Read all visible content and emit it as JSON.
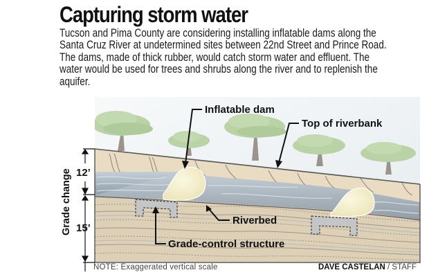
{
  "header": {
    "title": "Capturing storm water",
    "body_lines": [
      "Tucson and Pima County are considering installing inflatable dams along the",
      "Santa Cruz River at undetermined sites between 22nd Street and Prince Road.",
      "The dams, made of thick rubber, would catch storm water and effluent. The",
      "water would be used for trees and shrubs along the river and to replenish the",
      "aquifer."
    ]
  },
  "diagram": {
    "labels": {
      "inflatable_dam": "Inflatable dam",
      "top_of_riverbank": "Top of riverbank",
      "riverbed": "Riverbed",
      "grade_control_structure": "Grade-control structure"
    },
    "scale": {
      "axis_label": "Grade change",
      "upper_measure": "12’",
      "lower_measure": "15’"
    },
    "colors": {
      "sky": "#eef2f4",
      "soil_upper": "#eadcc2",
      "soil_lower": "#ddd0b6",
      "water": "#a9b6c0",
      "water_light": "#c9d4dc",
      "dam": "#f5f0cf",
      "tree_canopy": "#b9d3a6",
      "tree_trunk": "#9a948c",
      "outline": "#5a5a5a"
    }
  },
  "footer": {
    "note": "NOTE: Exaggerated vertical scale",
    "credit_name": "DAVE CASTELAN",
    "credit_role": " / STAFF"
  }
}
